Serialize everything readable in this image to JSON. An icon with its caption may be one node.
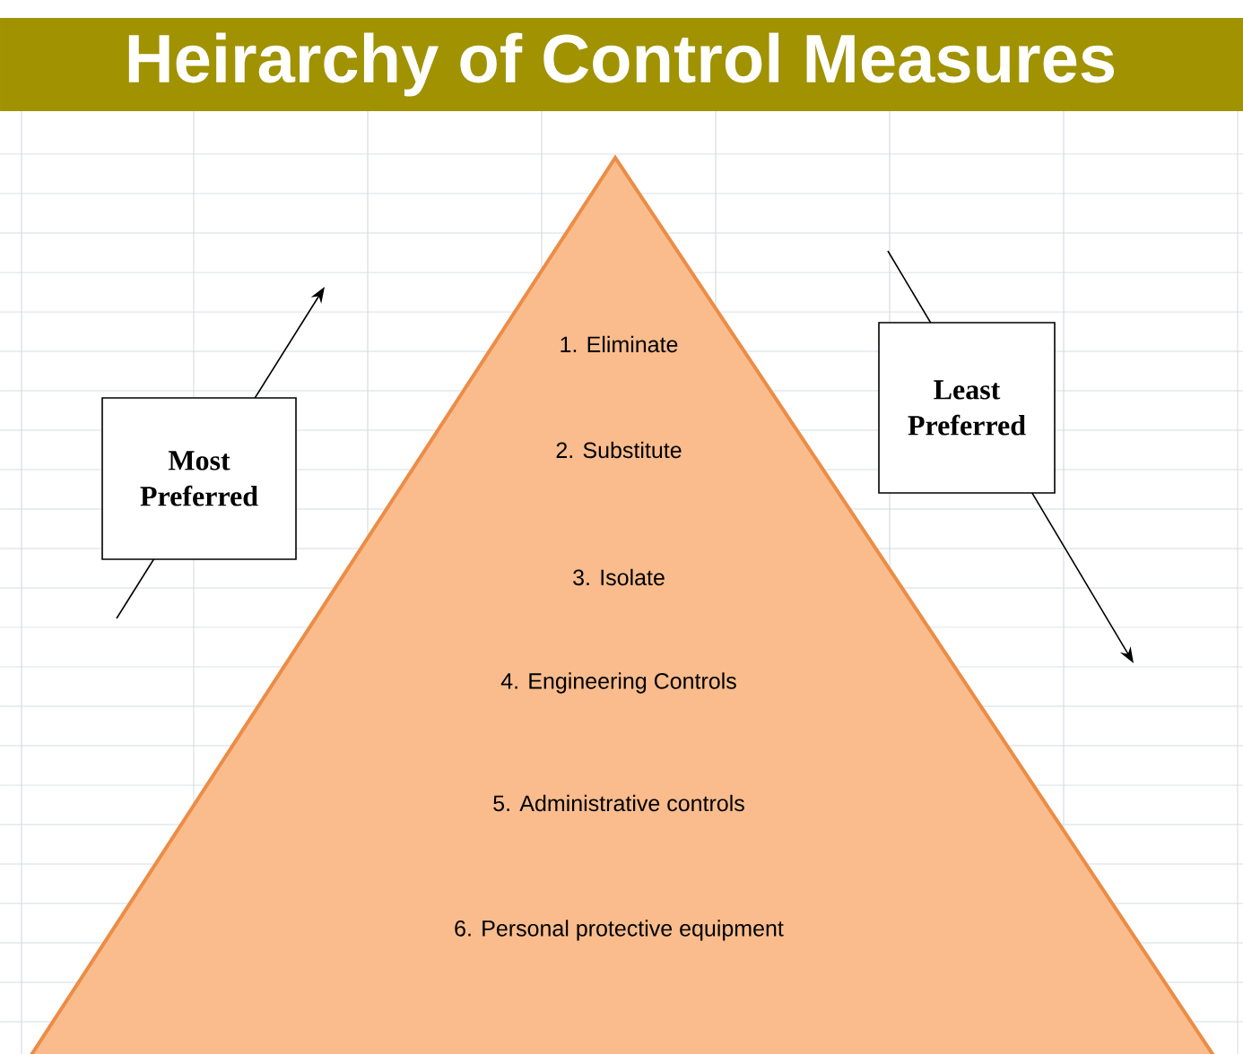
{
  "diagram": {
    "title": "Heirarchy of Control Measures",
    "nodes": [
      {
        "text": [
          "1. Eliminate",
          "2. Substitute",
          "3. Isolate",
          "4. Engineering Controls",
          "5. Administrative controls",
          "6. Personal protective equipment"
        ]
      },
      {
        "text": [
          "Most Preferred"
        ]
      },
      {
        "text": [
          "Least Preferred"
        ]
      }
    ]
  }
}
